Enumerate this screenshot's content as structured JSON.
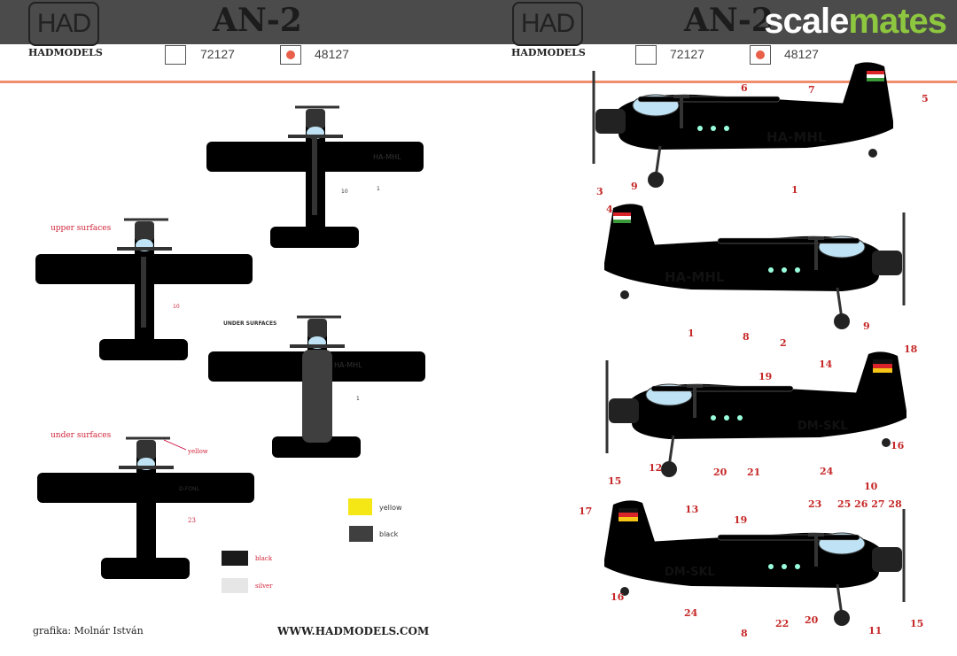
{
  "header": {
    "logo": "HAD",
    "title": "AN-2",
    "brand": "HADMODELS",
    "watermark_a": "scale",
    "watermark_b": "mates",
    "scales": [
      {
        "label": "72127",
        "selected": false
      },
      {
        "label": "48127",
        "selected": true
      }
    ]
  },
  "colors": {
    "yellow": "#f5e616",
    "black": "#2a2a2a",
    "dark_grey": "#3f3f3f",
    "silver": "#e6e6e6",
    "accent": "#ef8d6c",
    "callout": "#c62828"
  },
  "left": {
    "upper_label": "upper surfaces",
    "under_label": "under surfaces",
    "under_caps": "UNDER SURFACES",
    "reg_top": "HA-MHL",
    "reg_under": "HA-MHL",
    "reg_silver_under": "D-FONL",
    "yellow_note": "yellow",
    "callouts": {
      "c10a": "10",
      "c1a": "1",
      "c10b": "10",
      "c1b": "1",
      "c23": "23"
    },
    "legend": [
      {
        "label": "yellow"
      },
      {
        "label": "black"
      },
      {
        "label": "black"
      },
      {
        "label": "silver"
      }
    ]
  },
  "side": {
    "v1": {
      "reg": "HA-MHL",
      "nums": [
        "6",
        "7",
        "5",
        "3",
        "9",
        "1"
      ]
    },
    "v2": {
      "reg": "HA-MHL",
      "nums": [
        "4",
        "1",
        "8",
        "2",
        "9"
      ]
    },
    "v3": {
      "reg": "DM-SKL",
      "nums": [
        "18",
        "14",
        "19",
        "16",
        "15",
        "12",
        "20",
        "21",
        "24"
      ]
    },
    "v4": {
      "reg": "DM-SKL",
      "nums": [
        "17",
        "13",
        "19",
        "16",
        "24",
        "8",
        "22",
        "20",
        "11",
        "15"
      ]
    },
    "misc": [
      "10",
      "23",
      "25 26 27 28"
    ]
  },
  "footer": {
    "credit": "grafika: Molnár István",
    "url": "WWW.HADMODELS.COM"
  }
}
